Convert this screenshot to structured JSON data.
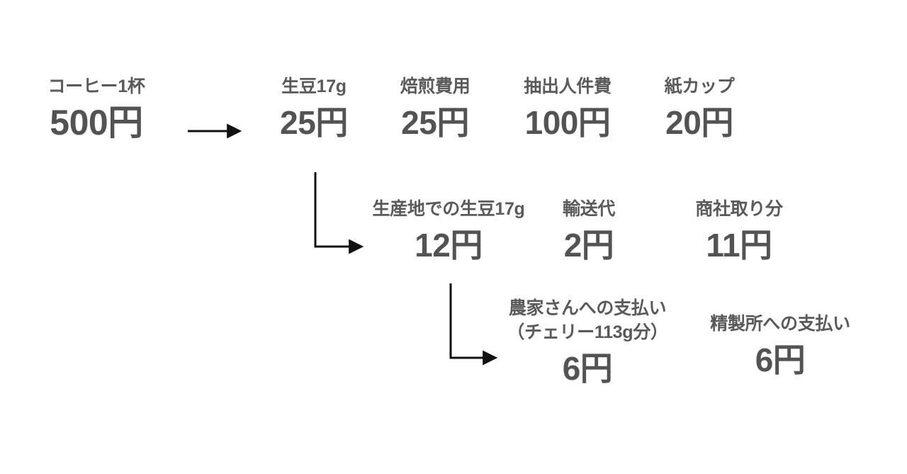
{
  "diagram": {
    "title_text": "",
    "background_color": "#ffffff",
    "text_color": "#555555",
    "label_color": "#5a5a5a",
    "arrow_color": "#111111",
    "root": {
      "label": "コーヒー1杯",
      "value": "500円"
    },
    "tier1": [
      {
        "label": "生豆17g",
        "value": "25円"
      },
      {
        "label": "焙煎費用",
        "value": "25円"
      },
      {
        "label": "抽出人件費",
        "value": "100円"
      },
      {
        "label": "紙カップ",
        "value": "20円"
      }
    ],
    "tier2": [
      {
        "label": "生産地での生豆17g",
        "value": "12円"
      },
      {
        "label": "輸送代",
        "value": "2円"
      },
      {
        "label": "商社取り分",
        "value": "11円"
      }
    ],
    "tier3": [
      {
        "label_line1": "農家さんへの支払い",
        "label_line2": "（チェリー113g分）",
        "value": "6円"
      },
      {
        "label_line1": "精製所への支払い",
        "label_line2": "",
        "value": "6円"
      }
    ],
    "connectors": [
      {
        "name": "root-to-tier1",
        "type": "straight-right"
      },
      {
        "name": "tier1-beans-to-tier2",
        "type": "elbow-down-right"
      },
      {
        "name": "tier2-origin-beans-to-tier3",
        "type": "elbow-down-right"
      }
    ]
  }
}
